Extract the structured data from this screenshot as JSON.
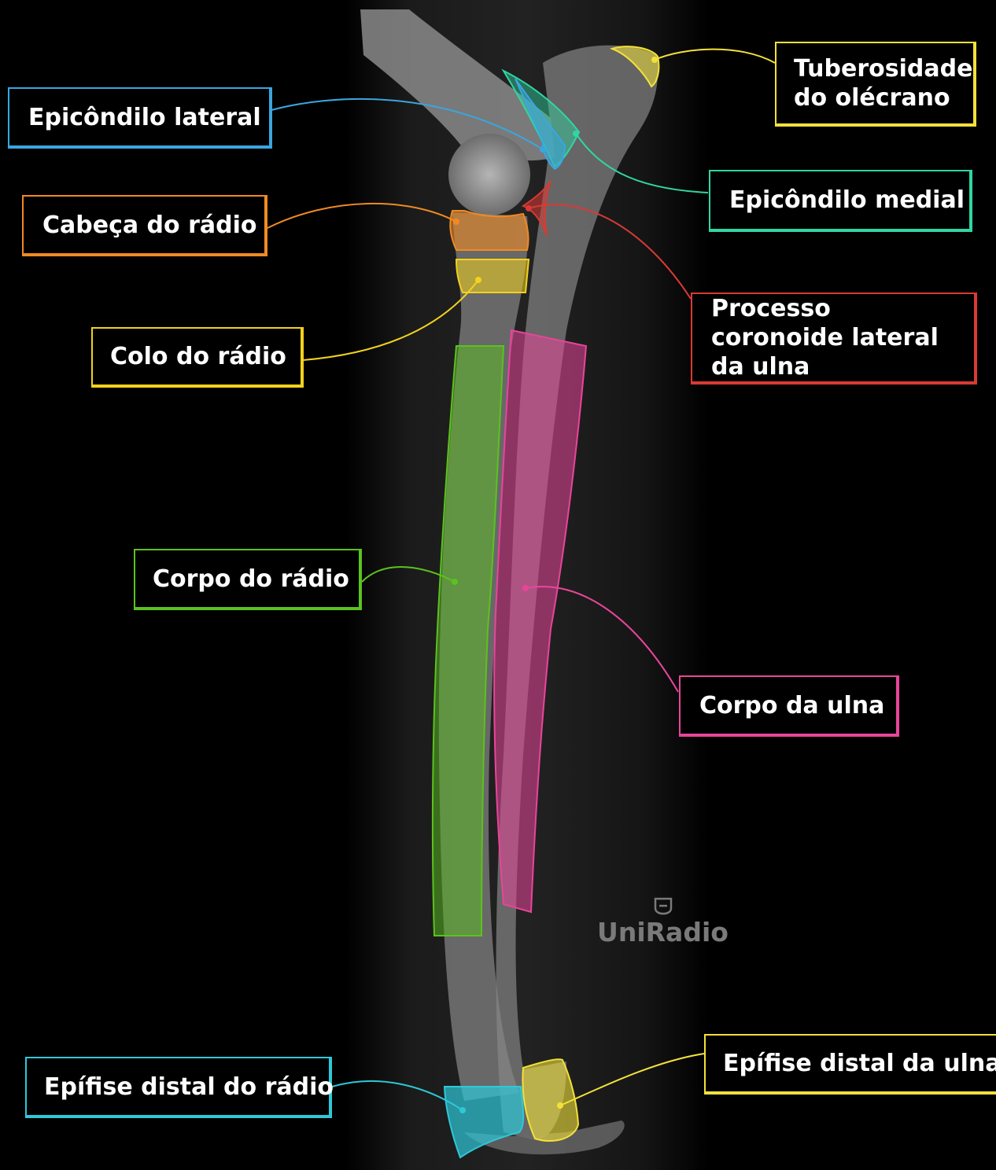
{
  "labels": {
    "epicondilo_lateral": "Epicôndilo lateral",
    "tuberosidade": "Tuberosidade do olécrano",
    "epicondilo_medial": "Epicôndilo medial",
    "cabeca_radio": "Cabeça do rádio",
    "processo_coronoide": "Processo coronoide lateral da ulna",
    "colo_radio": "Colo do rádio",
    "corpo_radio": "Corpo do rádio",
    "corpo_ulna": "Corpo da ulna",
    "epifise_distal_radio": "Epífise distal do rádio",
    "epifise_distal_ulna": "Epífise distal da ulna"
  },
  "watermark": "UniRadio",
  "colors": {
    "epicondilo_lateral": "#3aa6e0",
    "tuberosidade": "#f2e13a",
    "epicondilo_medial": "#2fd6a3",
    "cabeca_radio": "#f08a24",
    "processo_coronoide": "#d83a34",
    "colo_radio": "#f2d21e",
    "corpo_radio": "#5bc21e",
    "corpo_ulna": "#e8459a",
    "epifise_distal_radio": "#2ec8d8",
    "epifise_distal_ulna": "#f2e13a"
  }
}
